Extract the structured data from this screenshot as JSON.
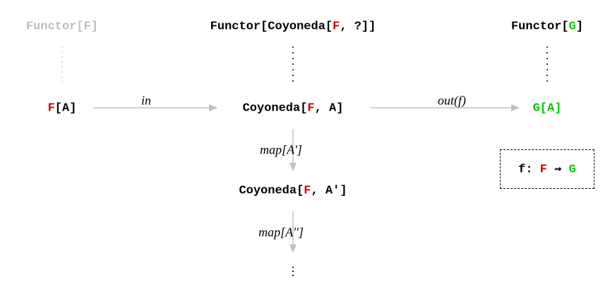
{
  "colors": {
    "red": "#cc0000",
    "green": "#00c800",
    "gray": "#bdbdbd",
    "arrow": "#c0c0c0"
  },
  "top_row": {
    "functor_f": "Functor[F]",
    "functor_coyo": {
      "prefix": "Functor[Coyoneda[",
      "f": "F",
      "suffix": ", ?]]"
    },
    "functor_g": {
      "prefix": "Functor[",
      "g": "G",
      "suffix": "]"
    }
  },
  "nodes": {
    "fa": {
      "f": "F",
      "suffix": "[A]"
    },
    "coyo_a": {
      "prefix": "Coyoneda[",
      "f": "F",
      "suffix": ", A]"
    },
    "ga": "G[A]",
    "coyo_a2": {
      "prefix": "Coyoneda[",
      "f": "F",
      "suffix": ", A']"
    },
    "ellipsis": "⋮"
  },
  "arrows": {
    "in": "in",
    "out": "out(f)",
    "map1": "map[A']",
    "map2": "map[A'']"
  },
  "nat_trans": {
    "prefix": "f: ",
    "f": "F",
    "arrow": "⇝",
    "g": "G"
  }
}
